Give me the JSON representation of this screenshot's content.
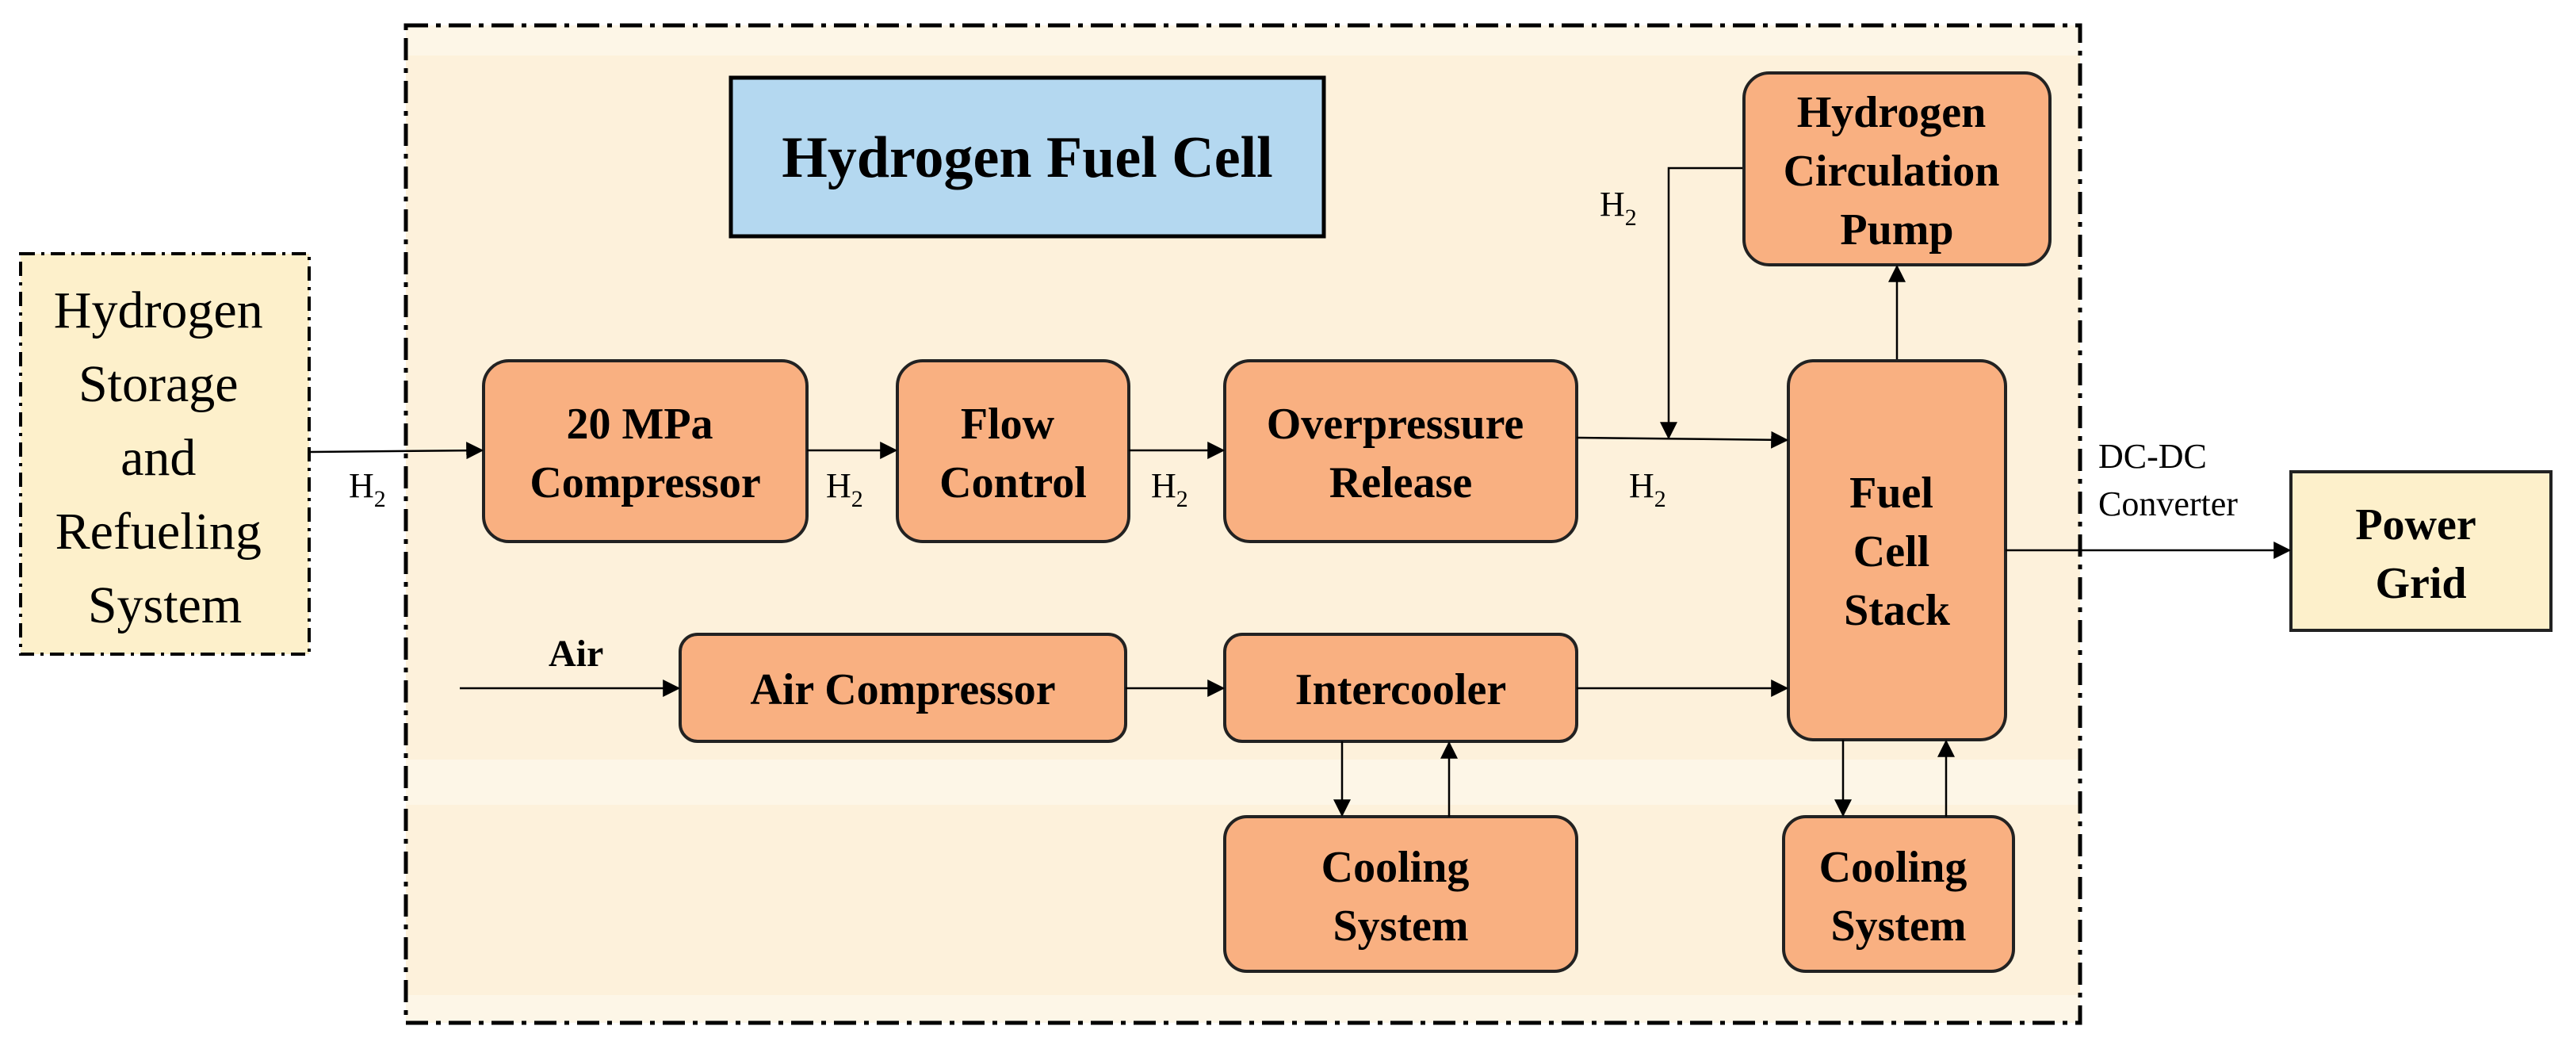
{
  "title": "Hydrogen Fuel Cell",
  "storage": {
    "lines": [
      "Hydrogen",
      "Storage",
      "and",
      "Refueling",
      "System"
    ]
  },
  "compressor_20mpa": {
    "lines": [
      "20 MPa",
      "Compressor"
    ]
  },
  "flow_control": {
    "lines": [
      "Flow",
      "Control"
    ]
  },
  "overpressure_release": {
    "lines": [
      "Overpressure",
      "Release"
    ]
  },
  "circulation_pump": {
    "lines": [
      "Hydrogen",
      "Circulation",
      "Pump"
    ]
  },
  "fuel_cell_stack": {
    "lines": [
      "Fuel",
      "Cell",
      "Stack"
    ]
  },
  "air_compressor": {
    "label": "Air Compressor"
  },
  "intercooler": {
    "label": "Intercooler"
  },
  "cooling_system_1": {
    "lines": [
      "Cooling",
      "System"
    ]
  },
  "cooling_system_2": {
    "lines": [
      "Cooling",
      "System"
    ]
  },
  "power_grid": {
    "lines": [
      "Power",
      "Grid"
    ]
  },
  "labels": {
    "h2_main": "H",
    "h2_sub": "2",
    "air": "Air",
    "dcdc": [
      "DC-DC",
      "Converter"
    ]
  },
  "colors": {
    "component_fill": "#f9b081",
    "title_fill": "#b4d8f0",
    "region_fill": "#fdf6e7",
    "region_band": "#fdf1db",
    "storage_fill": "#fdf0cb",
    "grid_fill": "#fdf0cb"
  }
}
